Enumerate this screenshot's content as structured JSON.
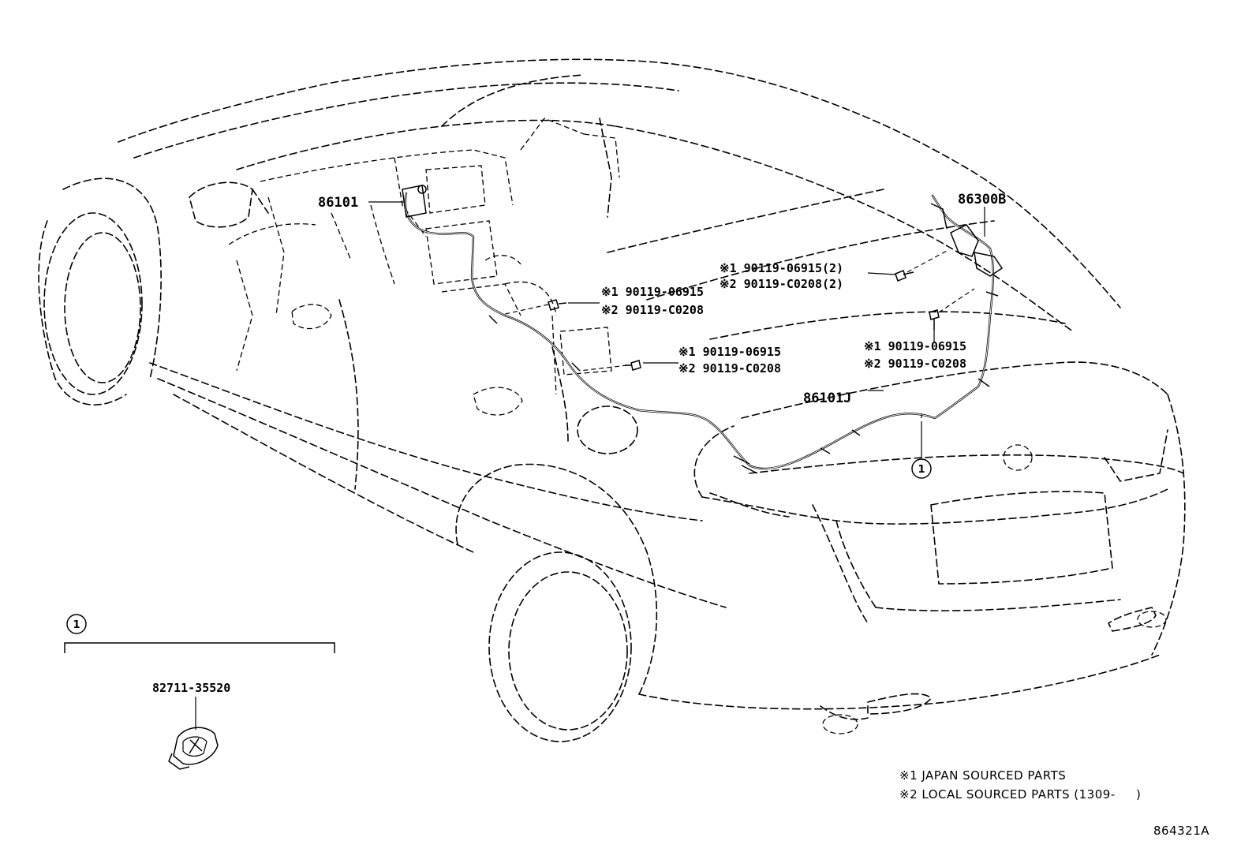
{
  "callouts": {
    "p86101": "86101",
    "p86300B": "86300B",
    "p86101J": "86101J",
    "p82711": "82711-35520",
    "circle_ref": "1"
  },
  "bolts": {
    "group_a": {
      "line1": "※1 90119-06915(2)",
      "line2": "※2 90119-C0208(2)"
    },
    "group_b": {
      "line1": "※1 90119-06915",
      "line2": "※2 90119-C0208"
    },
    "group_c": {
      "line1": "※1 90119-06915",
      "line2": "※2 90119-C0208"
    },
    "group_d": {
      "line1": "※1 90119-06915",
      "line2": "※2 90119-C0208"
    }
  },
  "notes": {
    "note1": "※1 JAPAN SOURCED PARTS",
    "note2": "※2 LOCAL SOURCED PARTS (1309-     )"
  },
  "illustration_id": "864321A"
}
